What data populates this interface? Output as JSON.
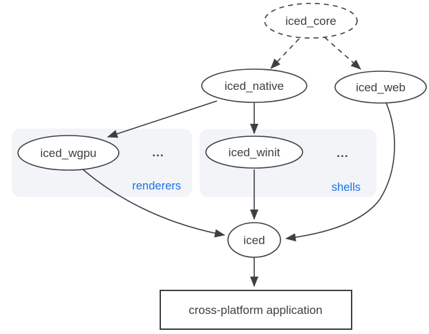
{
  "diagram": {
    "description": "Dependency diagram of the iced crate ecosystem",
    "colors": {
      "stroke": "#3c4043",
      "text": "#3a3f44",
      "group_label": "#1a73e8",
      "group_fill": "#f2f4f8",
      "background": "#ffffff"
    },
    "nodes": {
      "core": {
        "label": "iced_core",
        "shape": "ellipse",
        "border": "dashed"
      },
      "native": {
        "label": "iced_native",
        "shape": "ellipse",
        "border": "solid"
      },
      "web": {
        "label": "iced_web",
        "shape": "ellipse",
        "border": "solid"
      },
      "wgpu": {
        "label": "iced_wgpu",
        "shape": "ellipse",
        "border": "solid"
      },
      "winit": {
        "label": "iced_winit",
        "shape": "ellipse",
        "border": "solid"
      },
      "iced": {
        "label": "iced",
        "shape": "ellipse",
        "border": "solid"
      },
      "app": {
        "label": "cross-platform application",
        "shape": "rect",
        "border": "solid"
      }
    },
    "groups": {
      "renderers": {
        "label": "renderers",
        "ellipsis": "..."
      },
      "shells": {
        "label": "shells",
        "ellipsis": "..."
      }
    },
    "edges": [
      {
        "from": "iced_core",
        "to": "iced_native",
        "style": "dashed"
      },
      {
        "from": "iced_core",
        "to": "iced_web",
        "style": "dashed"
      },
      {
        "from": "iced_native",
        "to": "iced_wgpu",
        "style": "solid"
      },
      {
        "from": "iced_native",
        "to": "iced_winit",
        "style": "solid"
      },
      {
        "from": "iced_wgpu",
        "to": "iced",
        "style": "solid"
      },
      {
        "from": "iced_winit",
        "to": "iced",
        "style": "solid"
      },
      {
        "from": "iced_web",
        "to": "iced",
        "style": "solid"
      },
      {
        "from": "iced",
        "to": "cross-platform application",
        "style": "solid"
      }
    ]
  }
}
